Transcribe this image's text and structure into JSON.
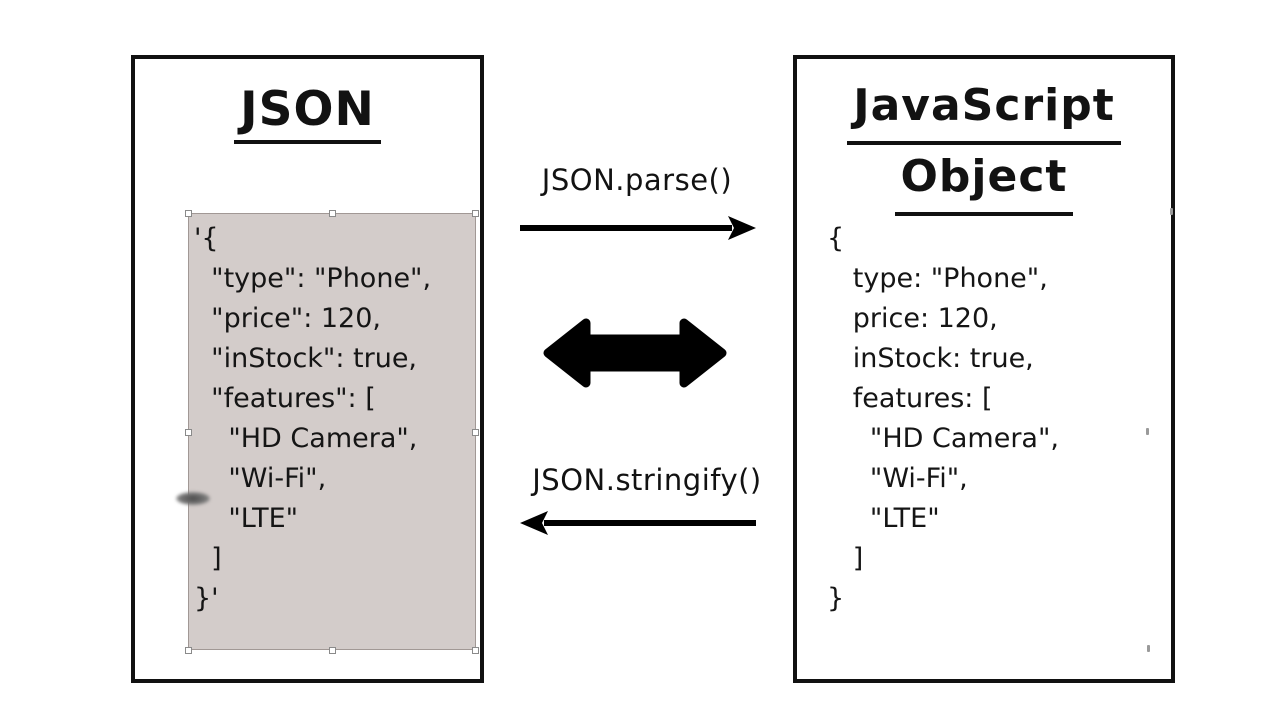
{
  "left_panel": {
    "title": "JSON",
    "code_lines": [
      "'{",
      "  \"type\": \"Phone\",",
      "  \"price\": 120,",
      "  \"inStock\": true,",
      "  \"features\": [",
      "    \"HD Camera\",",
      "    \"Wi-Fi\",",
      "    \"LTE\"",
      "  ]",
      "}'"
    ]
  },
  "right_panel": {
    "title_line1": "JavaScript",
    "title_line2": "Object",
    "code_lines": [
      "{",
      "   type: \"Phone\",",
      "   price: 120,",
      "   inStock: true,",
      "   features: [",
      "     \"HD Camera\",",
      "     \"Wi-Fi\",",
      "     \"LTE\"",
      "   ]",
      "}"
    ]
  },
  "center": {
    "parse_label": "JSON.parse()",
    "stringify_label": "JSON.stringify()"
  },
  "icons": {
    "parse_arrow": "arrow-right",
    "bidirectional_arrow": "arrow-left-right",
    "stringify_arrow": "arrow-left"
  },
  "colors": {
    "ink": "#111111",
    "textbox_fill": "#d3ccca",
    "background": "#ffffff"
  }
}
